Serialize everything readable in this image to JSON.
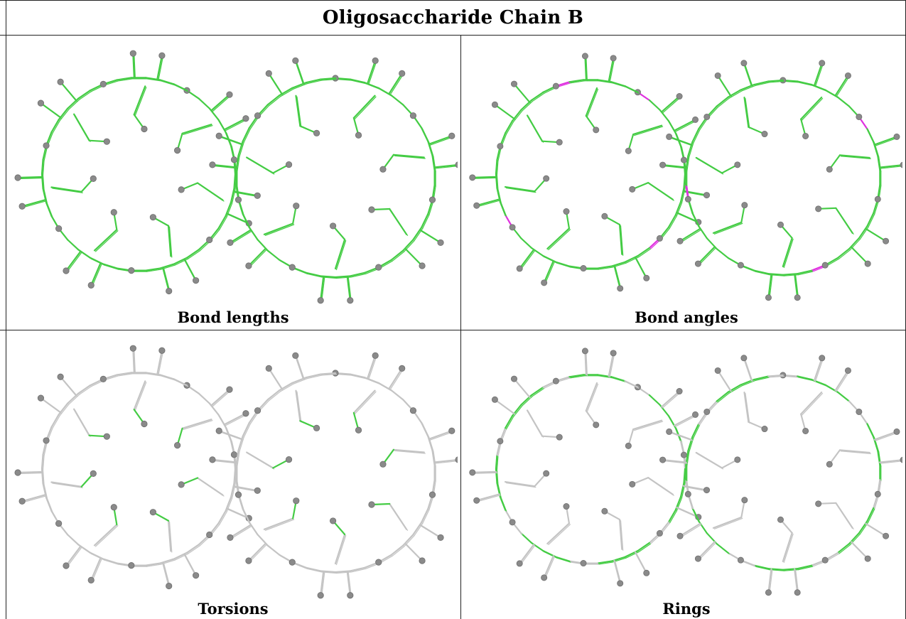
{
  "title": "Oligosaccharide Chain B",
  "panels": [
    {
      "caption": "Bond lengths",
      "mode": "lengths"
    },
    {
      "caption": "Bond angles",
      "mode": "angles"
    },
    {
      "caption": "Torsions",
      "mode": "torsions"
    },
    {
      "caption": "Rings",
      "mode": "rings"
    }
  ],
  "colors": {
    "highlight_green": "#44cc44",
    "highlight_magenta": "#e030e0",
    "backbone_grey": "#c4c4c4",
    "atom_grey": "#8a8a8a"
  }
}
